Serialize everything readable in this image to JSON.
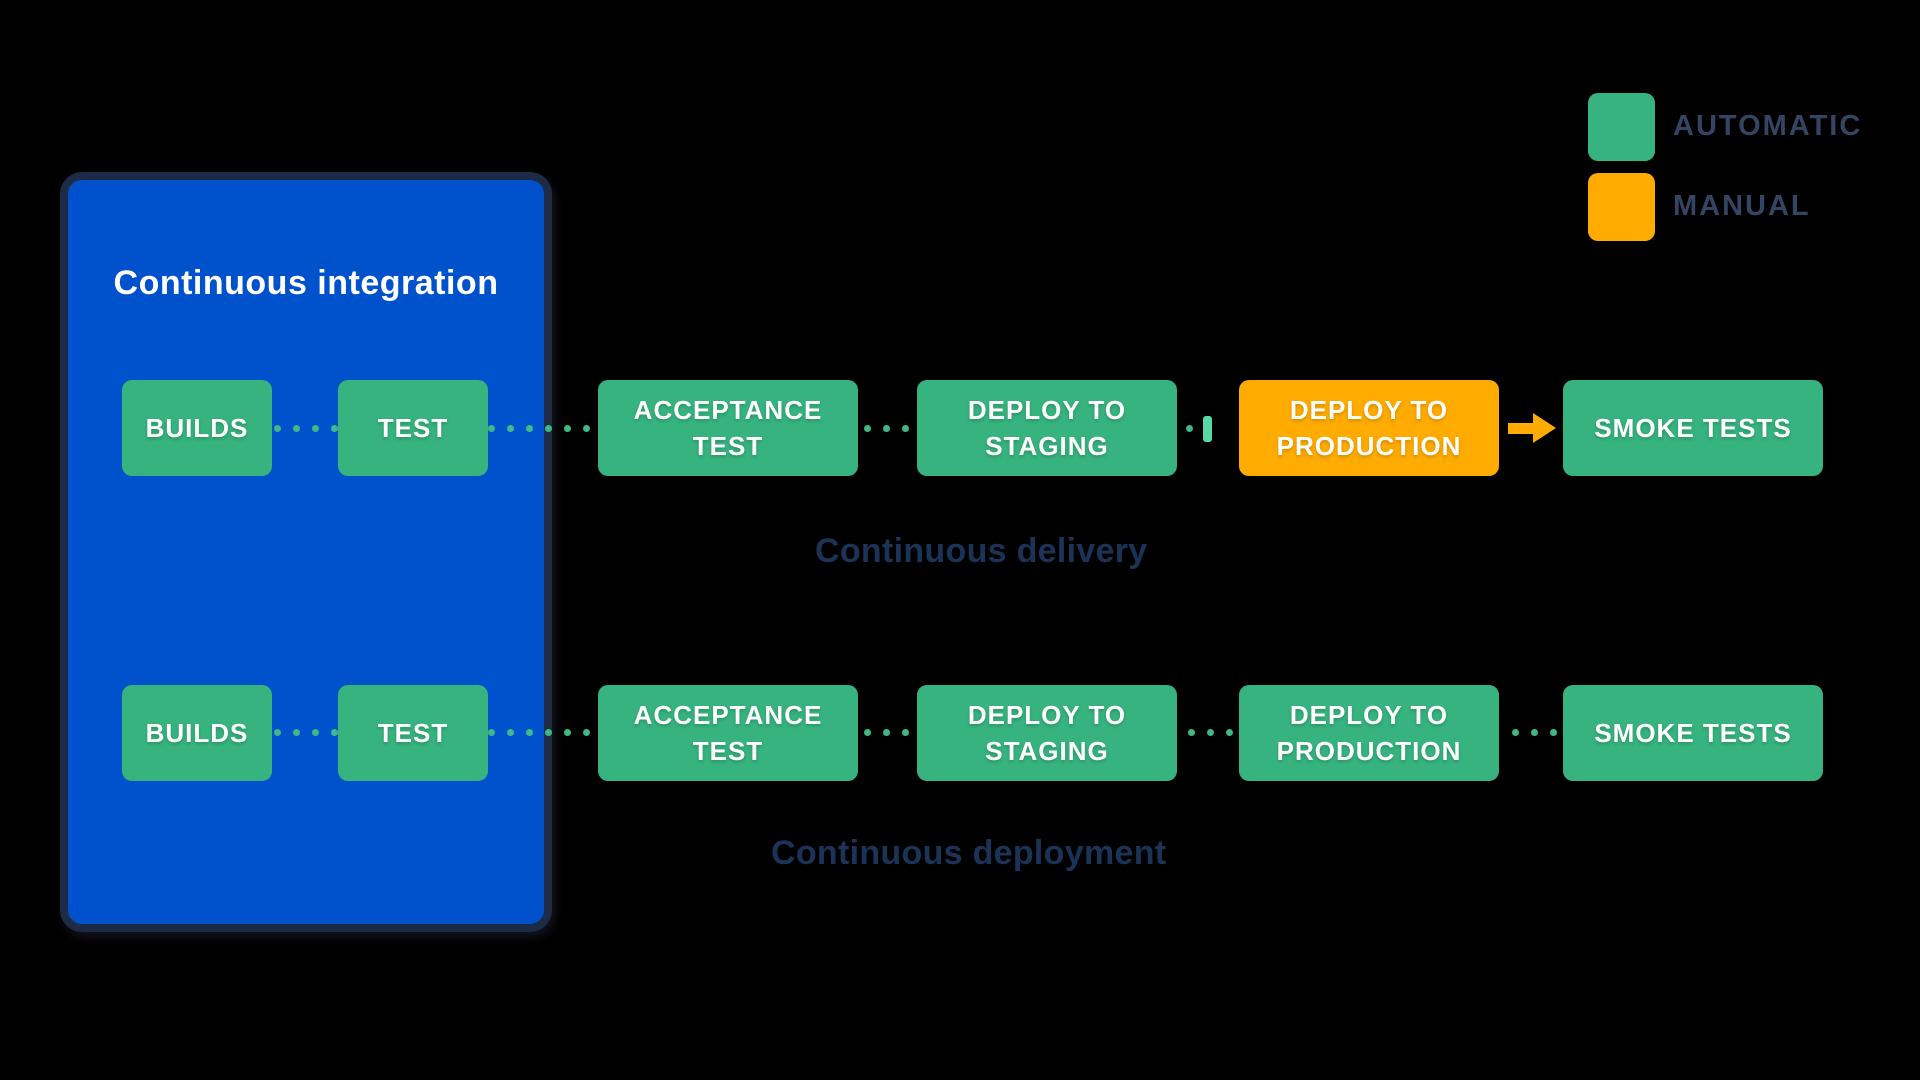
{
  "background_color": "#000000",
  "colors": {
    "automatic_green": "#36B37E",
    "manual_orange": "#FFAB00",
    "ci_blue": "#0052CC",
    "ci_border_navy": "#1D2B47",
    "caption_navy": "#1C3358",
    "legend_text": "#344563",
    "connector_dot_green": "#3DBA85",
    "gate_bar_green": "#57D9A3",
    "stage_text": "#FFFFFF"
  },
  "legend": {
    "items": [
      {
        "label": "AUTOMATIC",
        "color": "#36B37E"
      },
      {
        "label": "MANUAL",
        "color": "#FFAB00"
      }
    ]
  },
  "ci_box": {
    "title": "Continuous integration"
  },
  "rows": [
    {
      "caption": "Continuous delivery",
      "stages": [
        {
          "lines": [
            "BUILDS"
          ],
          "type": "automatic"
        },
        {
          "lines": [
            "TEST"
          ],
          "type": "automatic"
        },
        {
          "lines": [
            "ACCEPTANCE",
            "TEST"
          ],
          "type": "automatic"
        },
        {
          "lines": [
            "DEPLOY TO",
            "STAGING"
          ],
          "type": "automatic"
        },
        {
          "lines": [
            "DEPLOY TO",
            "PRODUCTION"
          ],
          "type": "manual"
        },
        {
          "lines": [
            "SMOKE TESTS"
          ],
          "type": "automatic"
        }
      ]
    },
    {
      "caption": "Continuous deployment",
      "stages": [
        {
          "lines": [
            "BUILDS"
          ],
          "type": "automatic"
        },
        {
          "lines": [
            "TEST"
          ],
          "type": "automatic"
        },
        {
          "lines": [
            "ACCEPTANCE",
            "TEST"
          ],
          "type": "automatic"
        },
        {
          "lines": [
            "DEPLOY TO",
            "STAGING"
          ],
          "type": "automatic"
        },
        {
          "lines": [
            "DEPLOY TO",
            "PRODUCTION"
          ],
          "type": "automatic"
        },
        {
          "lines": [
            "SMOKE TESTS"
          ],
          "type": "automatic"
        }
      ]
    }
  ]
}
